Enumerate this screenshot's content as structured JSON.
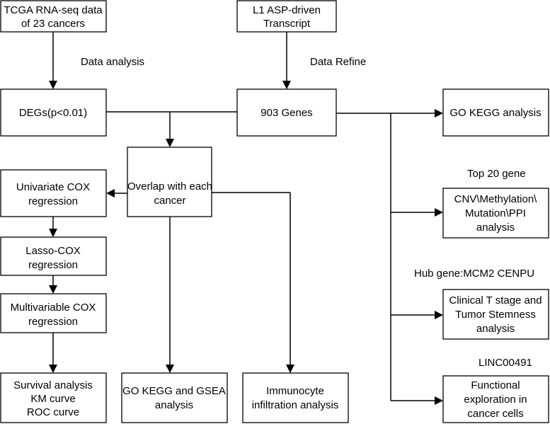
{
  "boxes": {
    "tcga": [
      "TCGA RNA-seq data",
      "of 23 cancers"
    ],
    "l1": [
      "L1 ASP-driven",
      "Transcript"
    ],
    "degs": [
      "DEGs(p<0.01)"
    ],
    "genes903": [
      "903 Genes"
    ],
    "go_kegg_right": [
      "GO KEGG analysis"
    ],
    "overlap": [
      "Overlap with each",
      "cancer"
    ],
    "univariate": [
      "Univariate COX",
      "regression"
    ],
    "lasso": [
      "Lasso-COX",
      "regression"
    ],
    "multivariable": [
      "Multivariable COX",
      "regression"
    ],
    "survival": [
      "Survival analysis",
      "KM curve",
      "ROC curve"
    ],
    "go_kegg_gsea": [
      "GO KEGG and GSEA",
      "analysis"
    ],
    "immunocyte": [
      "Immunocyte",
      "infiltration analysis"
    ],
    "cnv": [
      "CNV\\Methylation\\",
      "Mutation\\PPI",
      "analysis"
    ],
    "clinical": [
      "Clinical T stage and",
      "Tumor Stemness",
      "analysis"
    ],
    "functional": [
      "Functional",
      "exploration in",
      "cancer cells"
    ]
  },
  "labels": {
    "data_analysis": "Data analysis",
    "data_refine": "Data Refine",
    "top20": "Top 20 gene",
    "hub_gene": "Hub gene:MCM2  CENPU",
    "linc": "LINC00491"
  }
}
